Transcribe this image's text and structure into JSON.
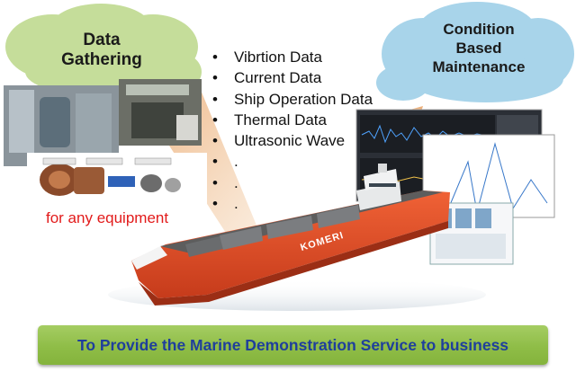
{
  "clouds": {
    "left": {
      "lines": [
        "Data",
        "Gathering"
      ],
      "fill": "#c5dd9a"
    },
    "right": {
      "lines": [
        "Condition",
        "Based",
        "Maintenance"
      ],
      "fill": "#a8d4ea"
    }
  },
  "data_items": [
    "Vibrtion Data",
    "Current Data",
    "Ship Operation Data",
    "Thermal Data",
    "Ultrasonic Wave",
    ".",
    ".",
    "."
  ],
  "equipment_note": "for any equipment",
  "ship_name": "KOMERI",
  "banner": {
    "text": "To Provide the Marine Demonstration Service to business"
  },
  "colors": {
    "hull": "#e8502a",
    "deck": "#4a4a4a",
    "banner_text": "#1f3f9c",
    "equipment_note": "#e21b1b",
    "arrow_beam": "#e8a060"
  }
}
